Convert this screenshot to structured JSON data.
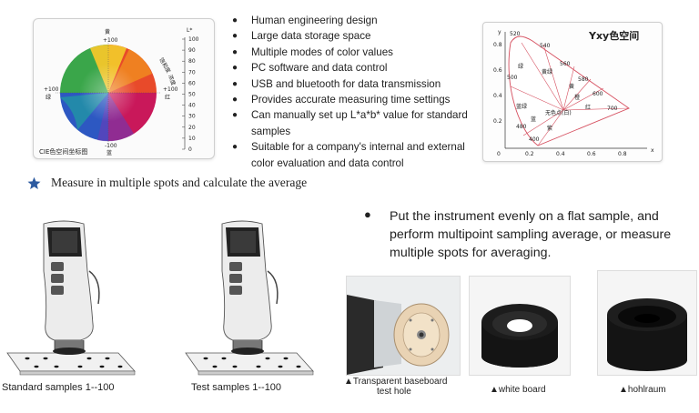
{
  "cie": {
    "caption": "CIE色空间坐标图",
    "top_label": "黄",
    "top_value": "+100",
    "left_value": "+100",
    "left_label": "绿",
    "right_value": "+100",
    "right_label": "红",
    "bottom_value": "-100",
    "bottom_label": "蓝",
    "saturation_label": "饱和度",
    "hue_label": "浓度",
    "l_axis_label": "L*",
    "l_ticks": [
      "100",
      "90",
      "80",
      "70",
      "60",
      "50",
      "40",
      "30",
      "20",
      "10",
      "0"
    ]
  },
  "features": [
    "Human engineering design",
    "Large data storage space",
    "Multiple modes of color values",
    "PC software and data control",
    "USB and bluetooth for data transmission",
    "Provides accurate measuring time settings",
    "Can manually set up L*a*b* value for standard samples",
    "Suitable for a company's internal and external color evaluation and data control"
  ],
  "yxy": {
    "title": "Yxy色空间",
    "y_axis": "y",
    "x_axis": "x",
    "origin": "0",
    "y_ticks": [
      "0.8",
      "0.6",
      "0.4",
      "0.2"
    ],
    "x_ticks": [
      "0.2",
      "0.4",
      "0.6",
      "0.8"
    ],
    "wavelengths": [
      "520",
      "540",
      "560",
      "580",
      "600",
      "700",
      "500",
      "480",
      "400"
    ],
    "regions": [
      "绿",
      "黄绿",
      "黄",
      "橙",
      "红",
      "蓝绿",
      "蓝",
      "紫",
      "无色点(白)"
    ]
  },
  "headline": "Measure in multiple spots and calculate the average",
  "instruction": "Put the instrument evenly on a flat sample, and perform multipoint sampling average, or measure multiple spots for averaging.",
  "samples": {
    "standard_caption": "Standard samples 1--100",
    "test_caption": "Test samples 1--100"
  },
  "photos": {
    "baseboard_line1": "▲Transparent baseboard",
    "baseboard_line2": "test hole",
    "white_board": "▲white board",
    "hohlraum": "▲hohlraum"
  },
  "colors": {
    "red": "#e53935",
    "yellow": "#f4d42a",
    "green": "#33a34a",
    "blue": "#2f5fc4",
    "accent_star": "#2c5aa0"
  }
}
